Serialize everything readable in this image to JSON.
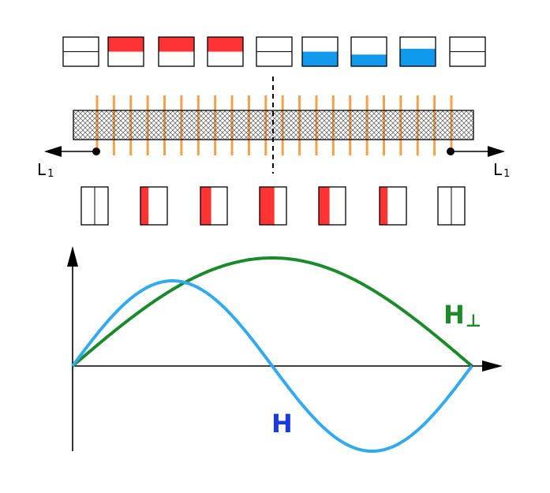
{
  "labels": {
    "left_length": "L",
    "left_length_sub": "1",
    "right_length": "L",
    "right_length_sub": "1",
    "curve_h": "H",
    "curve_h_perp": "H",
    "curve_h_perp_sub": "⊥"
  },
  "colors": {
    "red_fill": "#ff3333",
    "blue_fill": "#1199ee",
    "orange_lines": "#f5a04a",
    "curve_h": "#33aaee",
    "curve_h_perp": "#1a8a2a",
    "text_h": "#1a3ae0",
    "text_h_perp": "#1a8a2a"
  },
  "top_boxes": [
    {
      "fill": "none",
      "level": 0.5
    },
    {
      "fill": "red",
      "level": 0.5
    },
    {
      "fill": "red",
      "level": 0.5
    },
    {
      "fill": "red",
      "level": 0.5
    },
    {
      "fill": "none",
      "level": 0.5
    },
    {
      "fill": "blue",
      "level": 0.5
    },
    {
      "fill": "blue",
      "level": 0.6
    },
    {
      "fill": "blue",
      "level": 0.4
    },
    {
      "fill": "none",
      "level": 0.5
    }
  ],
  "bottom_boxes": [
    {
      "fraction": 0.0
    },
    {
      "fraction": 0.3
    },
    {
      "fraction": 0.4
    },
    {
      "fraction": 0.55
    },
    {
      "fraction": 0.4
    },
    {
      "fraction": 0.3
    },
    {
      "fraction": 0.0
    }
  ]
}
